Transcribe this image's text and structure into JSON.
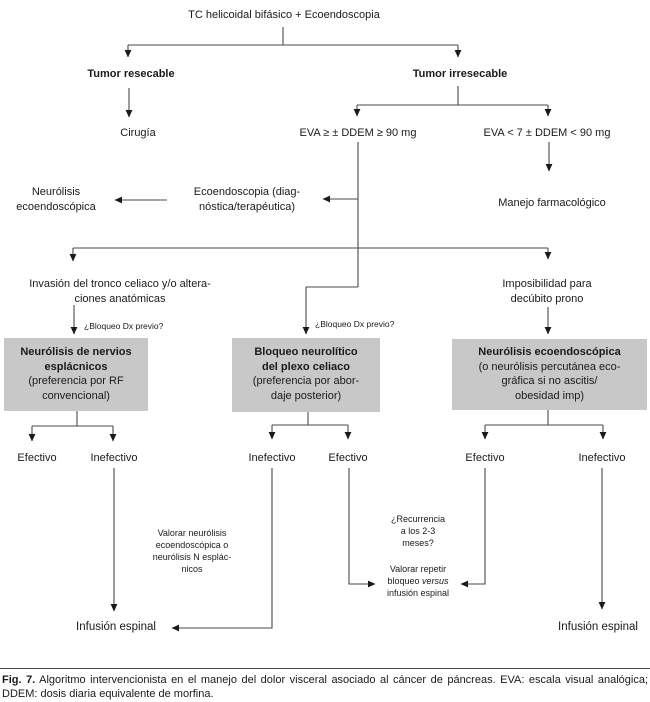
{
  "figure": {
    "title": "TC helicoidal bifásico + Ecoendoscopia",
    "nodes": {
      "tumor_resecable": "Tumor resecable",
      "tumor_irresecable": "Tumor irresecable",
      "cirugia": "Cirugía",
      "eva_alta": "EVA ≥ ± DDEM ≥ 90 mg",
      "eva_baja": "EVA < 7 ± DDEM < 90 mg",
      "ecoendoscopia": {
        "line1": "Ecoendoscopia (diag-",
        "line2": "nóstica/terapéutica)"
      },
      "neurolisis_eco": {
        "line1": "Neurólisis",
        "line2": "ecoendoscópica"
      },
      "manejo_farmacologico": "Manejo farmacológico",
      "invasion": {
        "line1": "Invasión del tronco celiaco y/o altera-",
        "line2": "ciones anatómicas"
      },
      "imposibilidad": {
        "line1": "Imposibilidad para",
        "line2": "decúbito prono"
      },
      "bloqueo_dx_izq": "¿Bloqueo Dx previo?",
      "bloqueo_dx_centro": "¿Bloqueo Dx previo?"
    },
    "boxes": [
      {
        "title_lines": [
          "Neurólisis de nervios",
          "esplácnicos"
        ],
        "detail_lines": [
          "(preferencia por RF",
          "convencional)"
        ]
      },
      {
        "title_lines": [
          "Bloqueo neurolítico",
          "del plexo celiaco"
        ],
        "detail_lines": [
          "(preferencia por abor-",
          "daje posterior)"
        ]
      },
      {
        "title_lines": [
          "Neurólisis ecoendoscópica"
        ],
        "detail_lines": [
          "(o neurólisis percutánea eco-",
          "gráfica si no ascitis/",
          "obesidad imp)"
        ]
      }
    ],
    "outcomes": [
      "Efectivo",
      "Inefectivo",
      "Inefectivo",
      "Efectivo",
      "Efectivo",
      "Inefectivo"
    ],
    "notes": {
      "valorar_neurolisis": {
        "line1": "Valorar neurólisis",
        "line2": "ecoendoscópica o",
        "line3": "neurólisis N esplác-",
        "line4": "nicos"
      },
      "recurrencia": {
        "line1": "¿Recurrencia",
        "line2": "a los 2-3",
        "line3": "meses?"
      },
      "valorar_repetir": {
        "line1": "Valorar repetir",
        "line2_pre": "bloqueo ",
        "line2_italic": "versus",
        "line3": "infusión espinal"
      }
    },
    "infusion_izq": "Infusión espinal",
    "infusion_der": "Infusión espinal",
    "caption": {
      "label": "Fig. 7.",
      "text": " Algoritmo intervencionista en el manejo del dolor visceral asociado al cáncer de páncreas. EVA: escala visual analógica; DDEM: dosis diaria equivalente de morfina."
    },
    "colors": {
      "box_fill": "#c8c8c8",
      "line": "#4a4a4a",
      "text": "#1a1a1a"
    }
  }
}
